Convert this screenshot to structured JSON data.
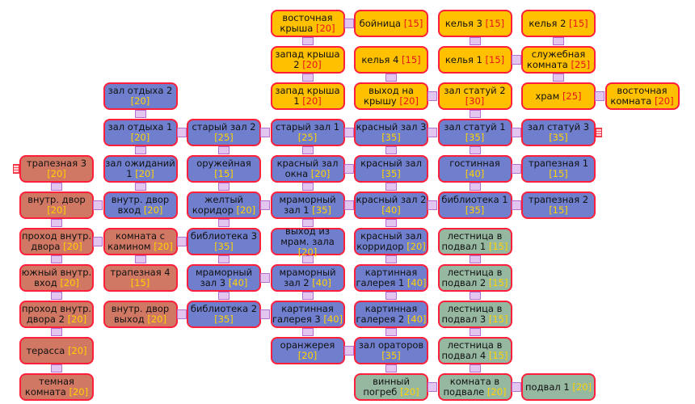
{
  "colors": {
    "gold": "#ffc000",
    "blue": "#6f7fcd",
    "brown": "#d07864",
    "sage": "#96b8a1",
    "border": "#ff1f3a"
  },
  "rooms": [
    {
      "id": "r0_3",
      "name": "восточная крыша",
      "level": "[20]",
      "color": "gold"
    },
    {
      "id": "r0_4",
      "name": "бойница",
      "level": "[15]",
      "color": "gold"
    },
    {
      "id": "r0_5",
      "name": "келья 3",
      "level": "[15]",
      "color": "gold"
    },
    {
      "id": "r0_6",
      "name": "келья 2",
      "level": "[15]",
      "color": "gold"
    },
    {
      "id": "r1_3",
      "name": "запад крыша 2",
      "level": "[20]",
      "color": "gold"
    },
    {
      "id": "r1_4",
      "name": "келья 4",
      "level": "[15]",
      "color": "gold"
    },
    {
      "id": "r1_5",
      "name": "келья 1",
      "level": "[15]",
      "color": "gold"
    },
    {
      "id": "r1_6",
      "name": "служебная комната",
      "level": "[25]",
      "color": "gold"
    },
    {
      "id": "r2_1",
      "name": "зал отдыха 2",
      "level": "[20]",
      "color": "blue"
    },
    {
      "id": "r2_3",
      "name": "запад крыша 1",
      "level": "[20]",
      "color": "gold"
    },
    {
      "id": "r2_4",
      "name": "выход на крышу",
      "level": "[20]",
      "color": "gold"
    },
    {
      "id": "r2_5",
      "name": "зал статуй 2",
      "level": "[30]",
      "color": "gold"
    },
    {
      "id": "r2_6",
      "name": "храм",
      "level": "[25]",
      "color": "gold"
    },
    {
      "id": "r2_7",
      "name": "восточная комната",
      "level": "[20]",
      "color": "gold"
    },
    {
      "id": "r3_1",
      "name": "зал отдыха 1",
      "level": "[20]",
      "color": "blue"
    },
    {
      "id": "r3_2",
      "name": "старый зал 2",
      "level": "[25]",
      "color": "blue"
    },
    {
      "id": "r3_3",
      "name": "старый зал 1",
      "level": "[25]",
      "color": "blue"
    },
    {
      "id": "r3_4",
      "name": "красный зал 3",
      "level": "[35]",
      "color": "blue"
    },
    {
      "id": "r3_5",
      "name": "зал статуй 1",
      "level": "[35]",
      "color": "blue"
    },
    {
      "id": "r3_6",
      "name": "зал статуй 3",
      "level": "[35]",
      "color": "blue"
    },
    {
      "id": "r4_0",
      "name": "трапезная 3",
      "level": "[20]",
      "color": "brown"
    },
    {
      "id": "r4_1",
      "name": "зал ожиданий 1",
      "level": "[20]",
      "color": "blue"
    },
    {
      "id": "r4_2",
      "name": "оружейная",
      "level": "[15]",
      "color": "blue"
    },
    {
      "id": "r4_3",
      "name": "красный зал окна",
      "level": "[20]",
      "color": "blue"
    },
    {
      "id": "r4_4",
      "name": "красный зал",
      "level": "[35]",
      "color": "blue"
    },
    {
      "id": "r4_5",
      "name": "гостинная",
      "level": "[40]",
      "color": "blue"
    },
    {
      "id": "r4_6",
      "name": "трапезная 1",
      "level": "[15]",
      "color": "blue"
    },
    {
      "id": "r5_0",
      "name": "внутр. двор",
      "level": "[20]",
      "color": "brown"
    },
    {
      "id": "r5_1",
      "name": "внутр. двор вход",
      "level": "[20]",
      "color": "blue"
    },
    {
      "id": "r5_2",
      "name": "желтый коридор",
      "level": "[20]",
      "color": "blue"
    },
    {
      "id": "r5_3",
      "name": "мраморный зал 1",
      "level": "[35]",
      "color": "blue"
    },
    {
      "id": "r5_4",
      "name": "красный зал 2",
      "level": "[40]",
      "color": "blue"
    },
    {
      "id": "r5_5",
      "name": "библиотека 1",
      "level": "[35]",
      "color": "blue"
    },
    {
      "id": "r5_6",
      "name": "трапезная 2",
      "level": "[15]",
      "color": "blue"
    },
    {
      "id": "r6_0",
      "name": "проход внутр. двора",
      "level": "[20]",
      "color": "brown"
    },
    {
      "id": "r6_1",
      "name": "комната с камином",
      "level": "[20]",
      "color": "brown"
    },
    {
      "id": "r6_2",
      "name": "библиотека 3",
      "level": "[35]",
      "color": "blue"
    },
    {
      "id": "r6_3",
      "name": "выход из мрам. зала",
      "level": "[20]",
      "color": "blue"
    },
    {
      "id": "r6_4",
      "name": "красный зал корридор",
      "level": "[20]",
      "color": "blue"
    },
    {
      "id": "r6_5",
      "name": "лестница в подвал 1",
      "level": "[15]",
      "color": "sage"
    },
    {
      "id": "r7_0",
      "name": "южный внутр. вход",
      "level": "[20]",
      "color": "brown"
    },
    {
      "id": "r7_1",
      "name": "трапезная 4",
      "level": "[15]",
      "color": "brown"
    },
    {
      "id": "r7_2",
      "name": "мраморный зал 3",
      "level": "[40]",
      "color": "blue"
    },
    {
      "id": "r7_3",
      "name": "мраморный зал 2",
      "level": "[40]",
      "color": "blue"
    },
    {
      "id": "r7_4",
      "name": "картинная галерея 1",
      "level": "[40]",
      "color": "blue"
    },
    {
      "id": "r7_5",
      "name": "лестница в подвал 2",
      "level": "[15]",
      "color": "sage"
    },
    {
      "id": "r8_0",
      "name": "проход внутр. двора 2",
      "level": "[20]",
      "color": "brown"
    },
    {
      "id": "r8_1",
      "name": "внутр. двор выход",
      "level": "[20]",
      "color": "brown"
    },
    {
      "id": "r8_2",
      "name": "библиотека 2",
      "level": "[35]",
      "color": "blue"
    },
    {
      "id": "r8_3",
      "name": "картинная галерея 3",
      "level": "[40]",
      "color": "blue"
    },
    {
      "id": "r8_4",
      "name": "картинная галерея 2",
      "level": "[40]",
      "color": "blue"
    },
    {
      "id": "r8_5",
      "name": "лестница в подвал 3",
      "level": "[15]",
      "color": "sage"
    },
    {
      "id": "r9_0",
      "name": "терасса",
      "level": "[20]",
      "color": "brown"
    },
    {
      "id": "r9_3",
      "name": "оранжерея",
      "level": "[20]",
      "color": "blue"
    },
    {
      "id": "r9_4",
      "name": "зал ораторов",
      "level": "[35]",
      "color": "blue"
    },
    {
      "id": "r9_5",
      "name": "лестница в подвал 4",
      "level": "[15]",
      "color": "sage"
    },
    {
      "id": "r10_0",
      "name": "темная комната",
      "level": "[20]",
      "color": "brown"
    },
    {
      "id": "r10_4",
      "name": "винный погреб",
      "level": "[20]",
      "color": "sage"
    },
    {
      "id": "r10_5",
      "name": "комната в подвале",
      "level": "[20]",
      "color": "sage"
    },
    {
      "id": "r10_6",
      "name": "подвал 1",
      "level": "[20]",
      "color": "sage"
    }
  ]
}
